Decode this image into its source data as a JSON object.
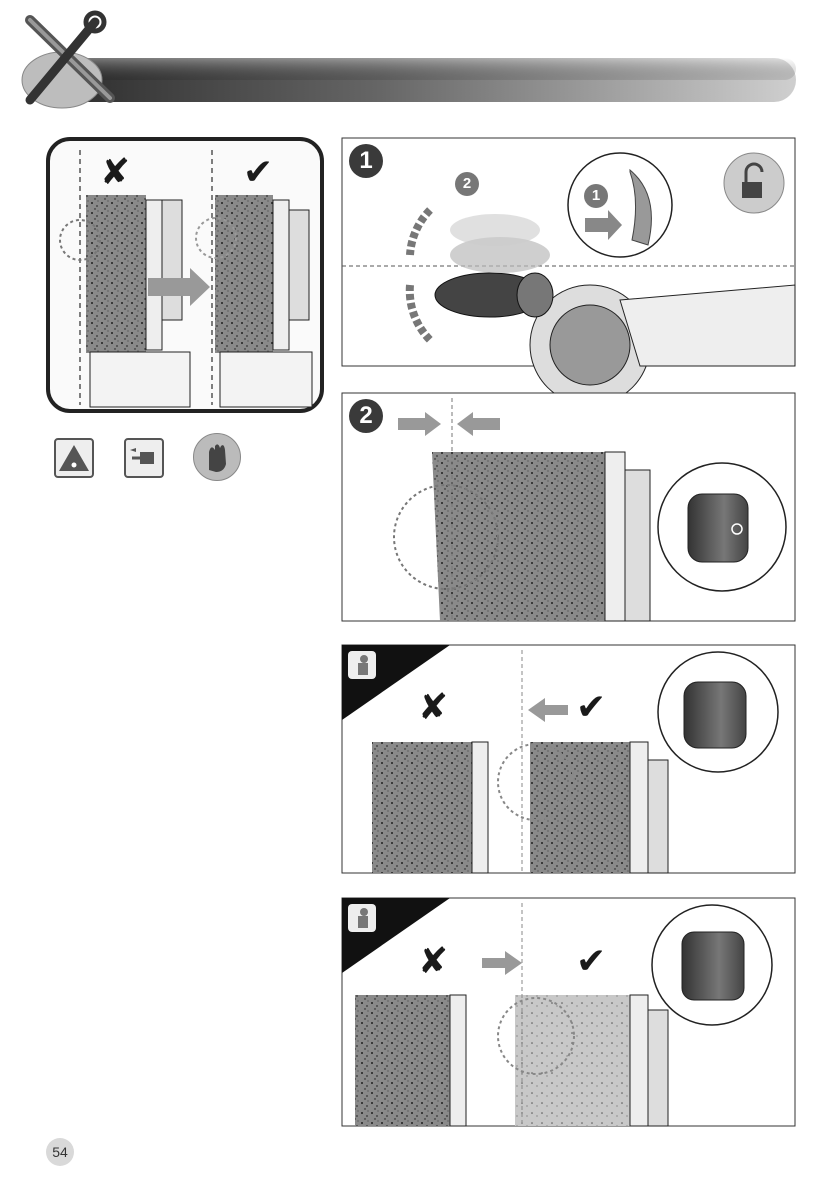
{
  "header": {
    "icon": "tools-icon"
  },
  "figure_a": {
    "wrong_mark": "✘",
    "right_mark": "✔"
  },
  "warning_icons": [
    "warning-icon",
    "unplug-icon",
    "gloves-icon"
  ],
  "step1": {
    "badge": "1",
    "sub_badge_1": "1",
    "sub_badge_2": "2",
    "lock_icon": "unlock-icon"
  },
  "step2": {
    "badge": "2"
  },
  "panel3": {
    "wrong_mark": "✘",
    "right_mark": "✔",
    "icon": "tip-icon"
  },
  "panel4": {
    "wrong_mark": "✘",
    "right_mark": "✔",
    "icon": "tip-icon"
  },
  "page_number": "54"
}
